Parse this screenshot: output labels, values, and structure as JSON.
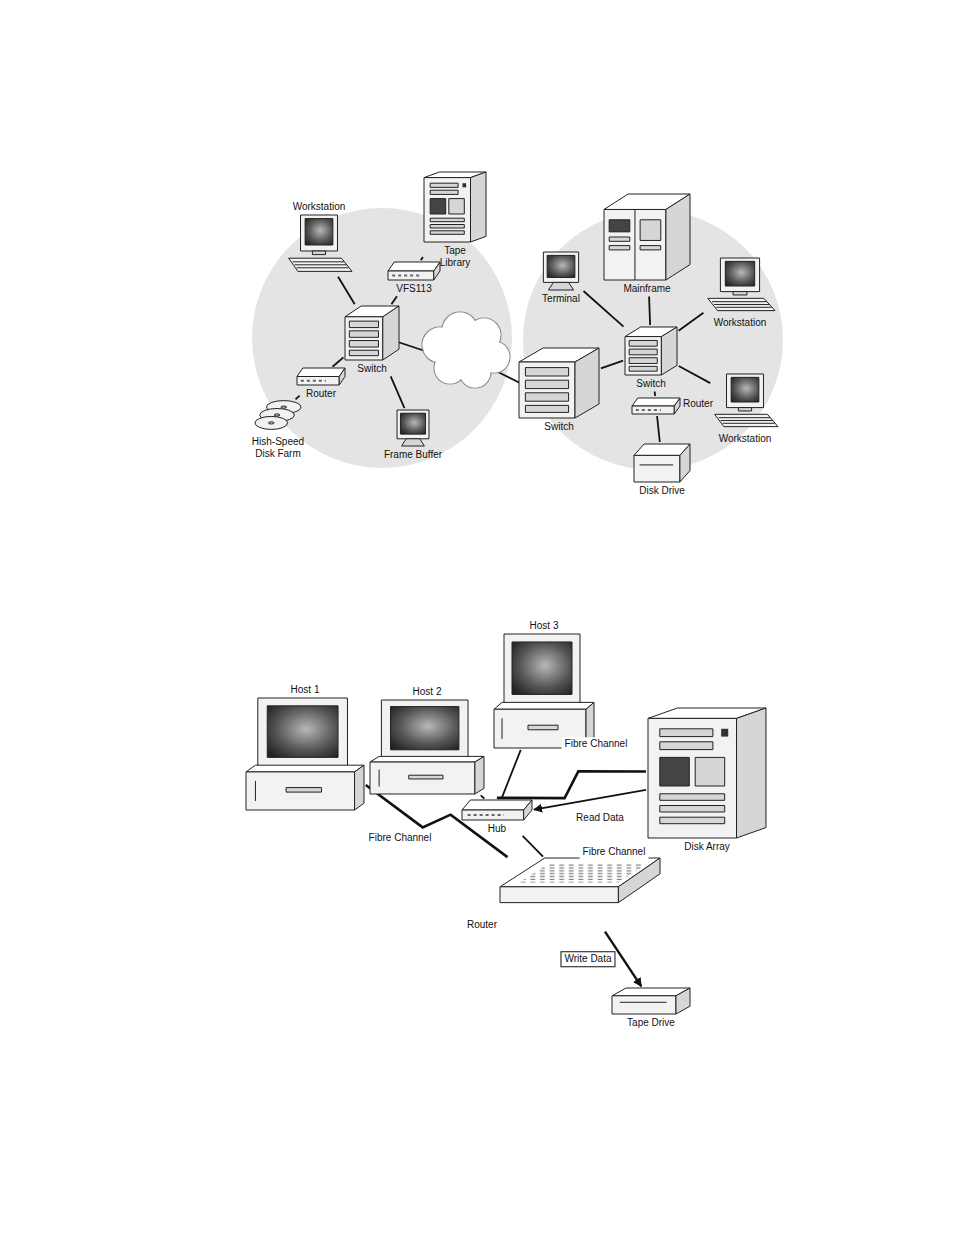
{
  "diagram": {
    "nodes": [
      {
        "text": [
          "Workstation"
        ]
      },
      {
        "text": [
          "Tape Library"
        ]
      },
      {
        "text": [
          "VFS113"
        ]
      },
      {
        "text": [
          "Switch"
        ]
      },
      {
        "text": [
          "Router"
        ]
      },
      {
        "text": [
          "Hish-Speed Disk Farm"
        ]
      },
      {
        "text": [
          "Frame Buffer"
        ]
      },
      {
        "text": [
          "Terminal"
        ]
      },
      {
        "text": [
          "Mainframe"
        ]
      },
      {
        "text": [
          "Workstation"
        ]
      },
      {
        "text": [
          "Switch"
        ]
      },
      {
        "text": [
          "Switch"
        ]
      },
      {
        "text": [
          "Workstation"
        ]
      },
      {
        "text": [
          "Router"
        ]
      },
      {
        "text": [
          "Disk Drive"
        ]
      },
      {
        "text": [
          "Host 1"
        ]
      },
      {
        "text": [
          "Host 2"
        ]
      },
      {
        "text": [
          "Host 3"
        ]
      },
      {
        "text": [
          "Hub"
        ]
      },
      {
        "text": [
          "Disk Array"
        ]
      },
      {
        "text": [
          "Router"
        ]
      },
      {
        "text": [
          "Tape Drive"
        ]
      }
    ],
    "edges": [
      {
        "from": 0,
        "to": 3,
        "arrow": "none"
      },
      {
        "from": 1,
        "to": 2,
        "arrow": "none"
      },
      {
        "from": 2,
        "to": 3,
        "arrow": "none"
      },
      {
        "from": 3,
        "to": 4,
        "arrow": "none"
      },
      {
        "from": 4,
        "to": 5,
        "arrow": "none"
      },
      {
        "from": 3,
        "to": 6,
        "arrow": "none"
      },
      {
        "from": 10,
        "to": 11,
        "arrow": "none"
      },
      {
        "from": 7,
        "to": 11,
        "arrow": "none"
      },
      {
        "from": 8,
        "to": 11,
        "arrow": "none"
      },
      {
        "from": 9,
        "to": 11,
        "arrow": "none"
      },
      {
        "from": 12,
        "to": 11,
        "arrow": "none"
      },
      {
        "from": 11,
        "to": 13,
        "arrow": "none"
      },
      {
        "from": 13,
        "to": 14,
        "arrow": "none"
      },
      {
        "from": 16,
        "to": 18,
        "arrow": "none"
      },
      {
        "from": 17,
        "to": 18,
        "arrow": "none"
      },
      {
        "from": 19,
        "to": 18,
        "label": "Fibre Channel",
        "arrow": "none"
      },
      {
        "from": 19,
        "to": 18,
        "label": "Read Data",
        "arrow": "to"
      },
      {
        "from": 15,
        "to": 20,
        "label": "Fibre Channel",
        "arrow": "none"
      },
      {
        "from": 18,
        "to": 20,
        "label": "Fibre Channel",
        "arrow": "none"
      },
      {
        "from": 20,
        "to": 21,
        "label": "Write Data",
        "arrow": "to"
      }
    ]
  }
}
